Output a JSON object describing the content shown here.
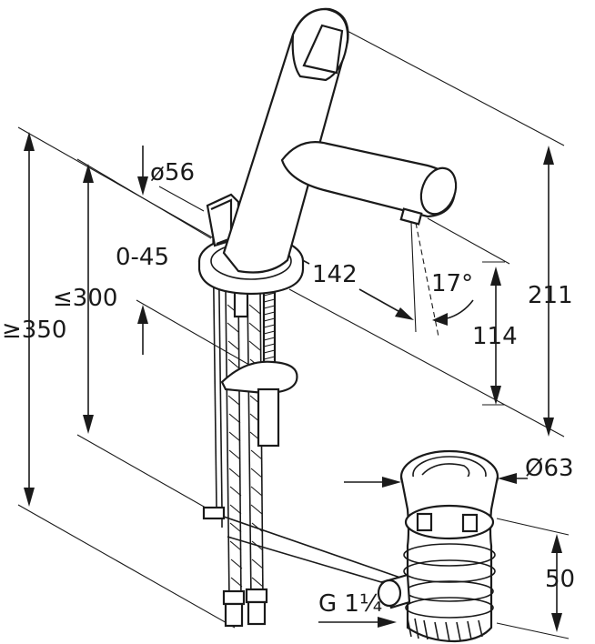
{
  "drawing": {
    "dimensions": {
      "bore_diameter": "ø56",
      "deck_thickness": "0-45",
      "spout_reach": "142",
      "spout_angle": "17°",
      "spout_height": "114",
      "total_height": "211",
      "tail_length_min": "≤300",
      "hose_length_min": "≥350",
      "waste_diameter": "Ø63",
      "waste_height": "50",
      "waste_thread": "G 1¼"
    }
  }
}
